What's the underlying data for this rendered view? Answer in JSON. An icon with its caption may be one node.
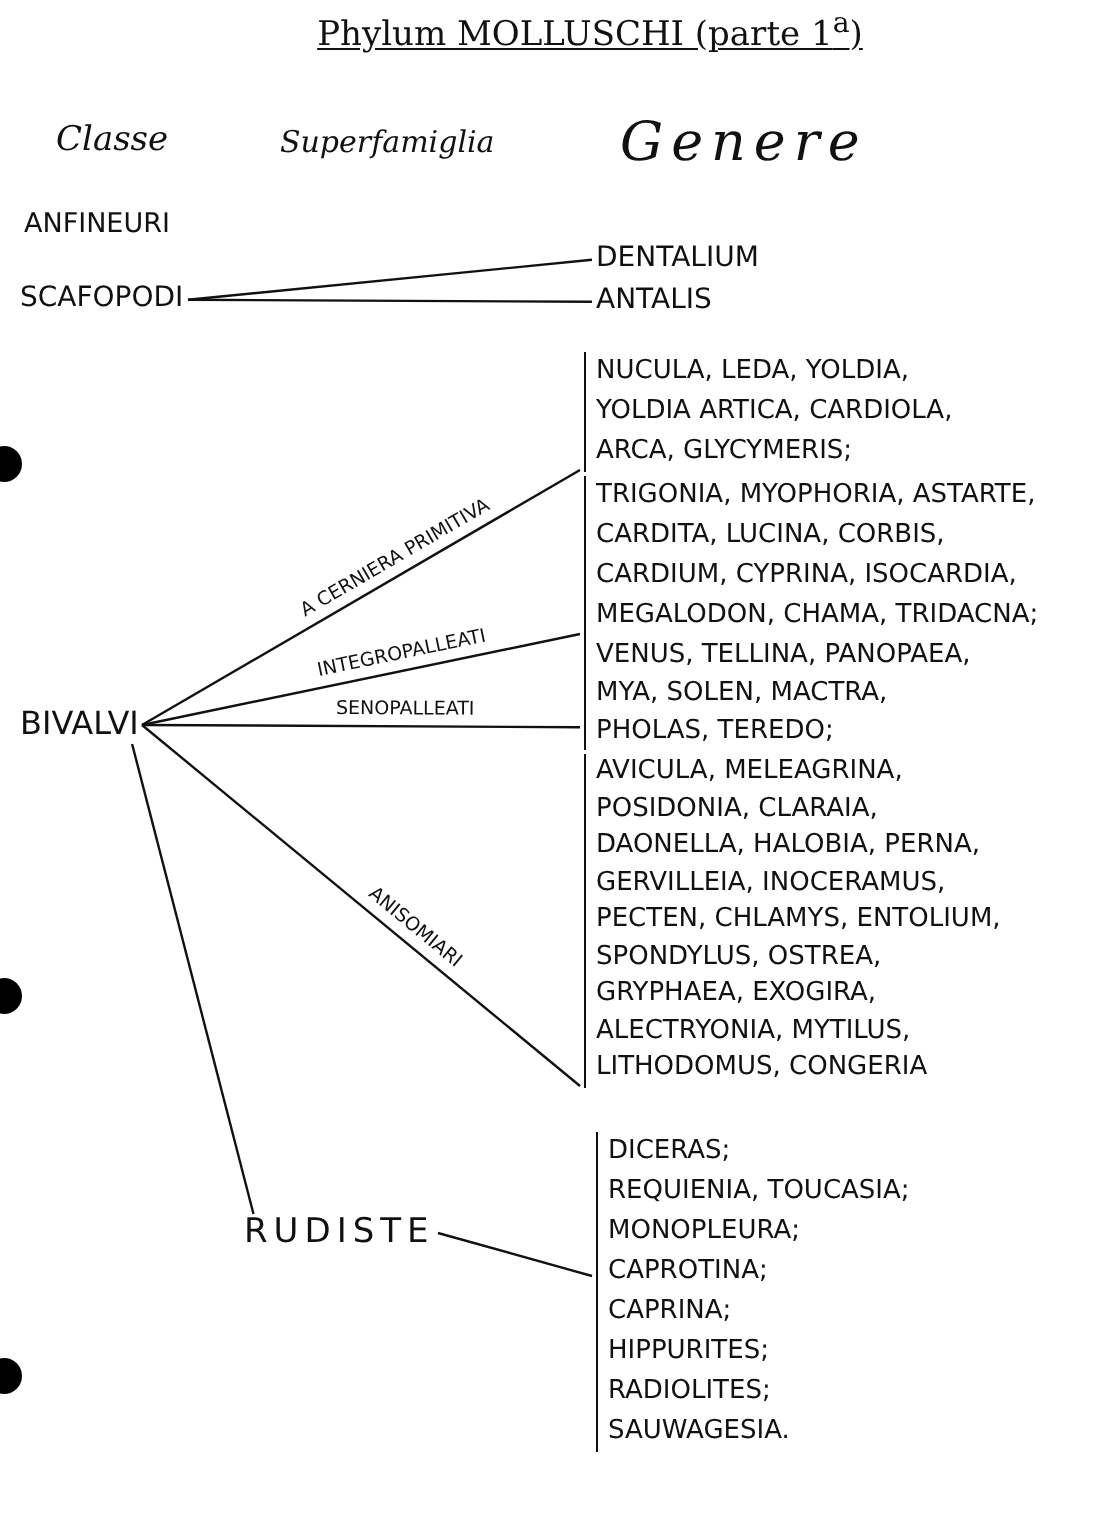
{
  "diagram": {
    "title": "Phylum MOLLUSCHI (parte 1$^{a}$)",
    "nodes": [
      {
        "text": [
          "SCAFOPODI"
        ]
      },
      {
        "text": [
          "DENTALIUM"
        ]
      },
      {
        "text": [
          "ANTALIS"
        ]
      },
      {
        "text": [
          "BIVALVI"
        ]
      },
      {
        "text": [
          "NUCULA, LEDA, YOLDIA, YOLDIA ARTICA, CARDIOLA, ARCA, GLYCYMERIS;"
        ]
      },
      {
        "text": [
          "TRIGONIA, MYOPHORIA, ASTARTE, CARDITA, LUCINA, CORBIS, CARDIUM, CYPRINA, ISOCARDIA, MEGALODON, CHAMA, TRIDACNA;"
        ]
      },
      {
        "text": [
          "VENUS, TELLINA, PANOPAEA, MYA, SOLEN, MACTRA, PHOLAS, TEREDO;"
        ]
      },
      {
        "text": [
          "AVICULA, MELEAGRINA, POSIDONIA, CLARAIA, DAONELLA, HALOBIA, PERNA, GERVILLEIA, INOCERAMUS, PECTEN, CHLAMYS, ENTOLIUM, SPONDYLUS, OSTREA, GRYPHAEA, EXOGIRA, ALECTRYONIA, MYTILUS, LITHODOMUS, CONGERIA"
        ]
      },
      {
        "text": [
          "RUDISTE"
        ]
      },
      {
        "text": [
          "DICERAS; REQUIENIA, TOUCASIA; MONOPLEURA; CAPROTINA; CAPRINA; HIPPURITES; RADIOLITES; SAUWAGESIA."
        ]
      }
    ],
    "edges": [
      {
        "from": 0,
        "to": 1,
        "arrow": "none"
      },
      {
        "from": 0,
        "to": 2,
        "arrow": "none"
      },
      {
        "from": 3,
        "to": 4,
        "arrow": "none",
        "label": "A CERNIERA PRIMITIVA"
      },
      {
        "from": 3,
        "to": 5,
        "arrow": "none",
        "label": "INTEGROPALLEATI"
      },
      {
        "from": 3,
        "to": 6,
        "arrow": "none",
        "label": "SENOPALLEATI"
      },
      {
        "from": 3,
        "to": 7,
        "arrow": "none",
        "label": "ANISOMIARI"
      },
      {
        "from": 3,
        "to": 8,
        "arrow": "none"
      },
      {
        "from": 8,
        "to": 9,
        "arrow": "none"
      }
    ],
    "labels": [
      "Classe",
      "Superfamiglia",
      "Genere",
      "ANFINEURI"
    ]
  }
}
